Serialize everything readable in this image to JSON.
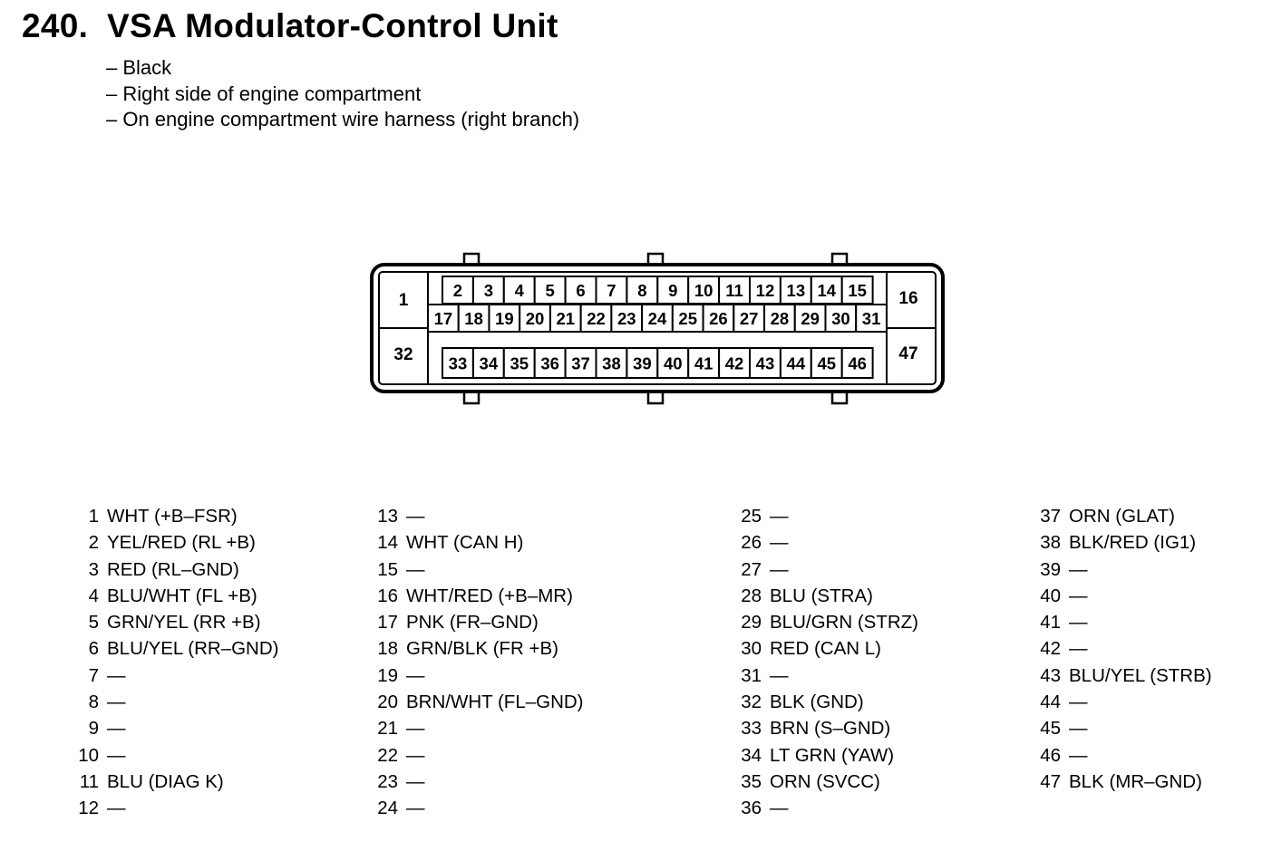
{
  "header": {
    "number": "240.",
    "title": "VSA Modulator-Control Unit"
  },
  "notes": [
    "– Black",
    "– Right side of engine compartment",
    "– On engine compartment wire harness (right branch)"
  ],
  "connector": {
    "top_row": [
      "2",
      "3",
      "4",
      "5",
      "6",
      "7",
      "8",
      "9",
      "10",
      "11",
      "12",
      "13",
      "14",
      "15"
    ],
    "middle_row": [
      "17",
      "18",
      "19",
      "20",
      "21",
      "22",
      "23",
      "24",
      "25",
      "26",
      "27",
      "28",
      "29",
      "30",
      "31"
    ],
    "bottom_row": [
      "33",
      "34",
      "35",
      "36",
      "37",
      "38",
      "39",
      "40",
      "41",
      "42",
      "43",
      "44",
      "45",
      "46"
    ],
    "corner_pins": {
      "top_left": "1",
      "top_right": "16",
      "bottom_left": "32",
      "bottom_right": "47"
    }
  },
  "pins": [
    [
      {
        "pin": "1",
        "desc": "WHT (+B–FSR)"
      },
      {
        "pin": "2",
        "desc": "YEL/RED (RL +B)"
      },
      {
        "pin": "3",
        "desc": "RED (RL–GND)"
      },
      {
        "pin": "4",
        "desc": "BLU/WHT (FL +B)"
      },
      {
        "pin": "5",
        "desc": "GRN/YEL (RR +B)"
      },
      {
        "pin": "6",
        "desc": "BLU/YEL (RR–GND)"
      },
      {
        "pin": "7",
        "desc": "—"
      },
      {
        "pin": "8",
        "desc": "—"
      },
      {
        "pin": "9",
        "desc": "—"
      },
      {
        "pin": "10",
        "desc": "—"
      },
      {
        "pin": "11",
        "desc": "BLU (DIAG K)"
      },
      {
        "pin": "12",
        "desc": "—"
      }
    ],
    [
      {
        "pin": "13",
        "desc": "—"
      },
      {
        "pin": "14",
        "desc": "WHT (CAN H)"
      },
      {
        "pin": "15",
        "desc": "—"
      },
      {
        "pin": "16",
        "desc": "WHT/RED (+B–MR)"
      },
      {
        "pin": "17",
        "desc": "PNK (FR–GND)"
      },
      {
        "pin": "18",
        "desc": "GRN/BLK (FR +B)"
      },
      {
        "pin": "19",
        "desc": "—"
      },
      {
        "pin": "20",
        "desc": "BRN/WHT (FL–GND)"
      },
      {
        "pin": "21",
        "desc": "—"
      },
      {
        "pin": "22",
        "desc": "—"
      },
      {
        "pin": "23",
        "desc": "—"
      },
      {
        "pin": "24",
        "desc": "—"
      }
    ],
    [
      {
        "pin": "25",
        "desc": "—"
      },
      {
        "pin": "26",
        "desc": "—"
      },
      {
        "pin": "27",
        "desc": "—"
      },
      {
        "pin": "28",
        "desc": "BLU (STRA)"
      },
      {
        "pin": "29",
        "desc": "BLU/GRN (STRZ)"
      },
      {
        "pin": "30",
        "desc": "RED (CAN L)"
      },
      {
        "pin": "31",
        "desc": "—"
      },
      {
        "pin": "32",
        "desc": "BLK (GND)"
      },
      {
        "pin": "33",
        "desc": "BRN (S–GND)"
      },
      {
        "pin": "34",
        "desc": "LT GRN (YAW)"
      },
      {
        "pin": "35",
        "desc": "ORN (SVCC)"
      },
      {
        "pin": "36",
        "desc": "—"
      }
    ],
    [
      {
        "pin": "37",
        "desc": "ORN (GLAT)"
      },
      {
        "pin": "38",
        "desc": "BLK/RED (IG1)"
      },
      {
        "pin": "39",
        "desc": "—"
      },
      {
        "pin": "40",
        "desc": "—"
      },
      {
        "pin": "41",
        "desc": "—"
      },
      {
        "pin": "42",
        "desc": "—"
      },
      {
        "pin": "43",
        "desc": "BLU/YEL (STRB)"
      },
      {
        "pin": "44",
        "desc": "—"
      },
      {
        "pin": "45",
        "desc": "—"
      },
      {
        "pin": "46",
        "desc": "—"
      },
      {
        "pin": "47",
        "desc": "BLK (MR–GND)"
      }
    ]
  ]
}
